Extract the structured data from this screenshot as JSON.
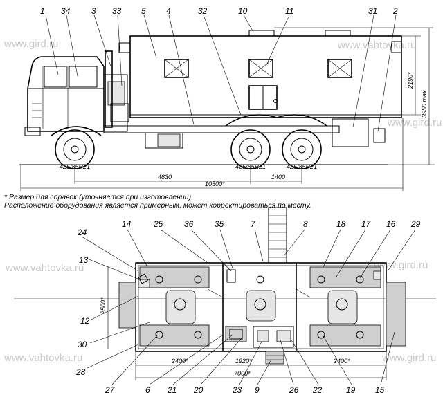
{
  "watermarks": {
    "side_left": "www.gird.ru",
    "side_right": "www.vahtovka.ru",
    "side_right2": "www.gird.ru",
    "top_left": "www.vahtovka.ru",
    "top_right": "www.gird.ru",
    "bottom_left": "www.vahtovka.ru",
    "bottom_right": "www.gird.ru"
  },
  "side_view_labels": [
    "1",
    "34",
    "3",
    "33",
    "5",
    "4",
    "32",
    "10",
    "11",
    "31",
    "2"
  ],
  "plan_view_labels_top": [
    "24",
    "14",
    "25",
    "36",
    "35",
    "7",
    "8",
    "18",
    "17",
    "16",
    "29"
  ],
  "plan_view_labels_left": [
    "13",
    "12",
    "30",
    "28"
  ],
  "plan_view_labels_bottom": [
    "27",
    "6",
    "21",
    "20",
    "23",
    "9",
    "26",
    "22",
    "19",
    "15"
  ],
  "side_dimensions": {
    "height_box": "2190*",
    "height_total": "3950 max",
    "wheelbase_front": "4830",
    "wheelbase_rear": "1400",
    "length_total": "10500*"
  },
  "plan_dimensions": {
    "width": "2500*",
    "left_section": "2400*",
    "middle_section": "1920*",
    "right_section": "2400*",
    "length": "7000*"
  },
  "notes": {
    "line1": "* Размер для справок (уточняется при изготовлении)",
    "line2": "Расположение оборудования является примерным, может корректироваться по месту."
  },
  "tire_text": "425/85R21"
}
